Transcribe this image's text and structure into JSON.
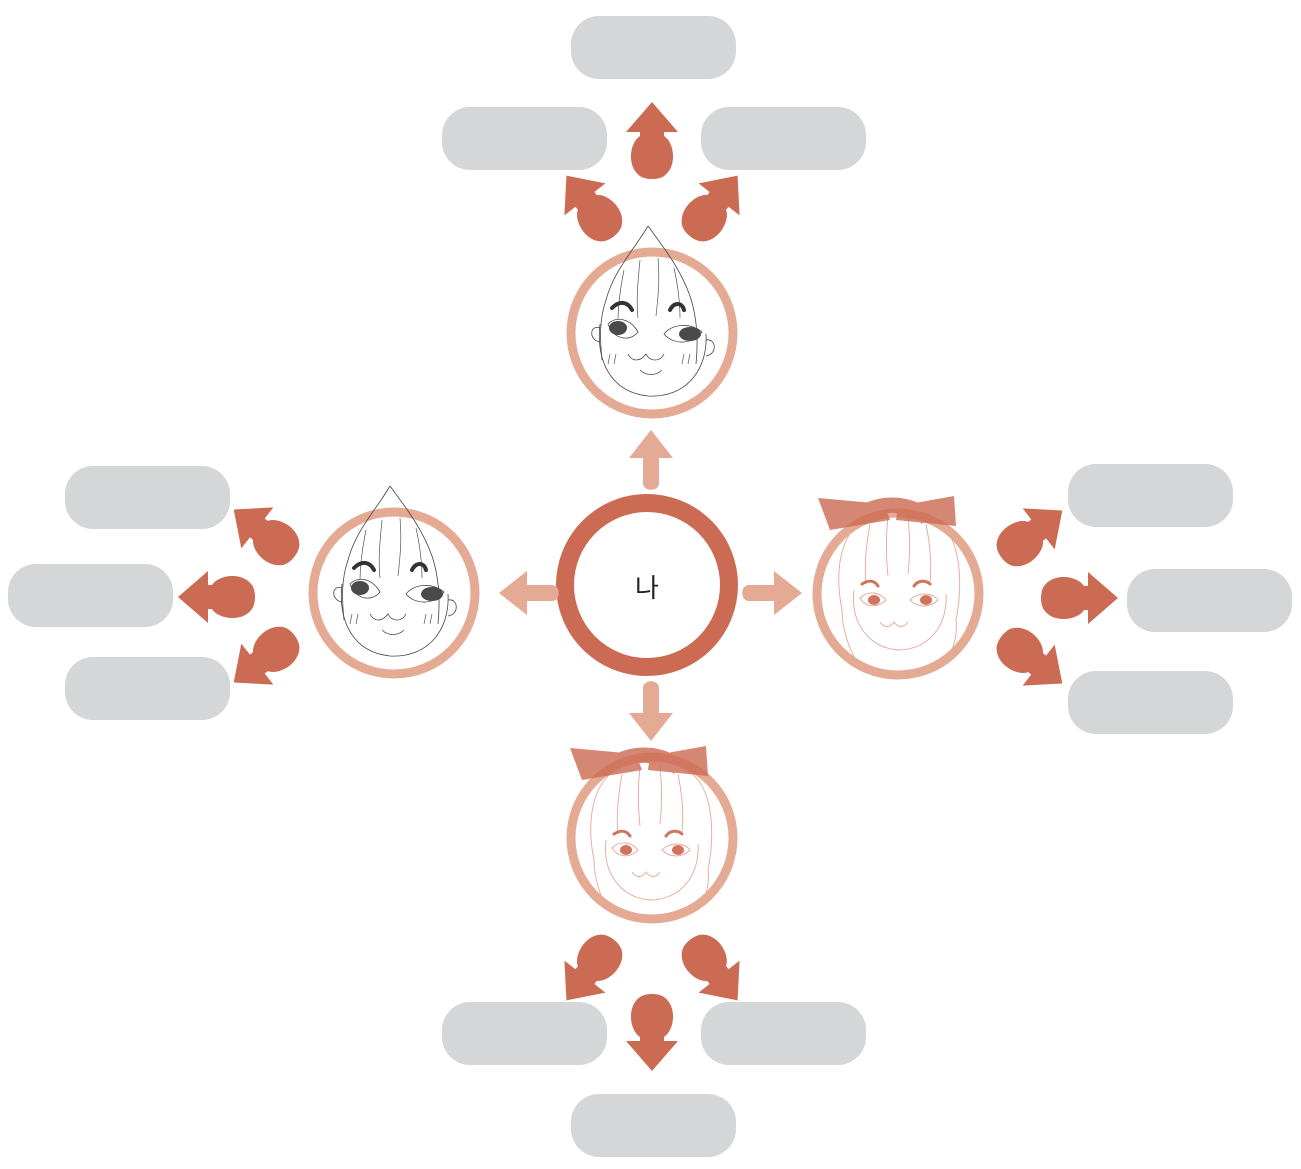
{
  "center": {
    "label": "나"
  },
  "colors": {
    "center_ring": "#cc6b53",
    "person_ring": "#e4aa94",
    "arrow_primary": "#cc6b53",
    "arrow_secondary": "#e4aa94",
    "box": "#d5d6d8",
    "sketch_dark": "#333333",
    "sketch_light": "#e7a797",
    "bow": "#cd6d55"
  },
  "people": [
    {
      "id": "top",
      "style": "male",
      "icon": "boy-face-icon"
    },
    {
      "id": "left",
      "style": "male",
      "icon": "boy-face-icon"
    },
    {
      "id": "right",
      "style": "female",
      "icon": "girl-face-with-bow-icon"
    },
    {
      "id": "bottom",
      "style": "female",
      "icon": "girl-face-with-bow-icon"
    }
  ],
  "label_boxes": {
    "top": [
      "",
      "",
      ""
    ],
    "left": [
      "",
      "",
      ""
    ],
    "right": [
      "",
      "",
      ""
    ],
    "bottom": [
      "",
      "",
      ""
    ]
  }
}
